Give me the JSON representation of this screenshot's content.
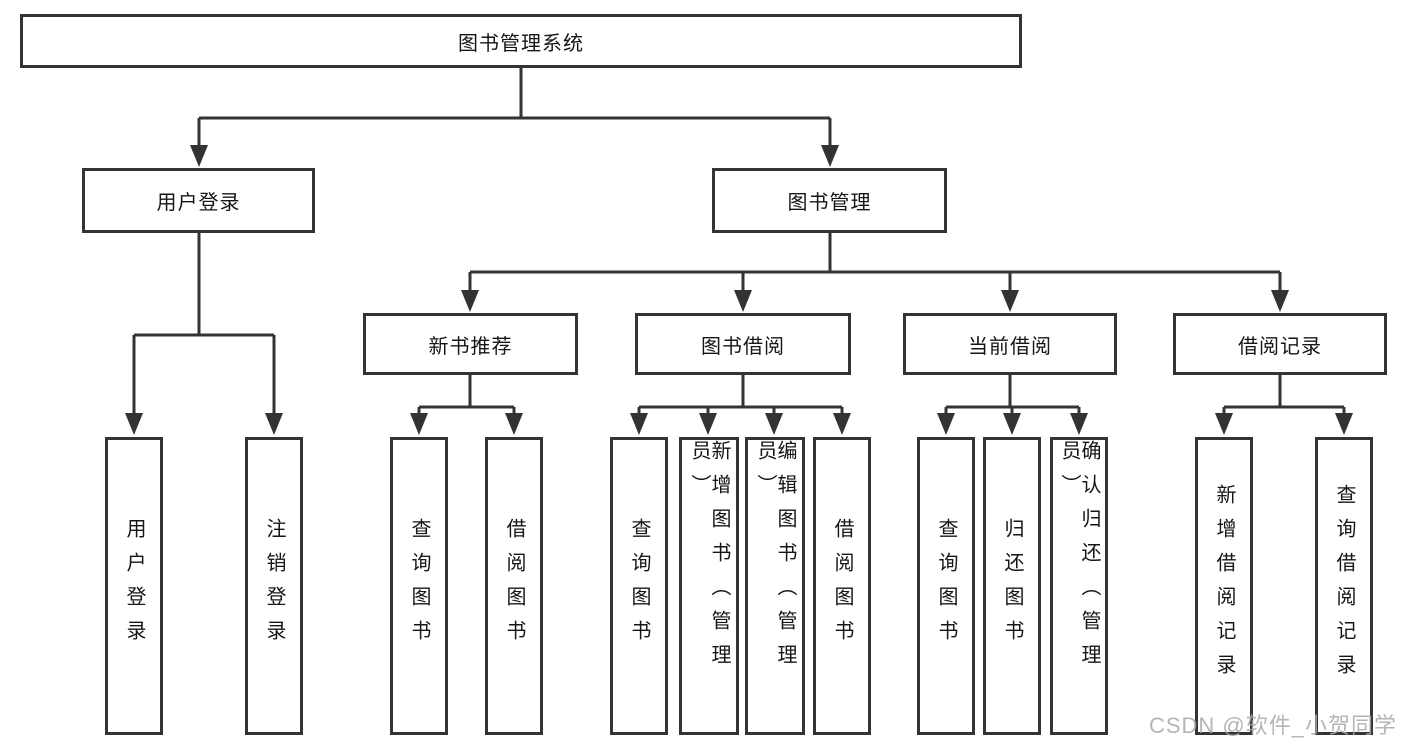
{
  "tree": {
    "root": {
      "label": "图书管理系统"
    },
    "branches": [
      {
        "label": "用户登录",
        "children": [
          {
            "label": "用户登录"
          },
          {
            "label": "注销登录"
          }
        ]
      },
      {
        "label": "图书管理",
        "children": [
          {
            "label": "新书推荐",
            "children": [
              {
                "label": "查询图书"
              },
              {
                "label": "借阅图书"
              }
            ]
          },
          {
            "label": "图书借阅",
            "children": [
              {
                "label": "查询图书"
              },
              {
                "label": "新增图书（管理员）"
              },
              {
                "label": "编辑图书（管理员）"
              },
              {
                "label": "借阅图书"
              }
            ]
          },
          {
            "label": "当前借阅",
            "children": [
              {
                "label": "查询图书"
              },
              {
                "label": "归还图书"
              },
              {
                "label": "确认归还（管理员）"
              }
            ]
          },
          {
            "label": "借阅记录",
            "children": [
              {
                "label": "新增借阅记录"
              },
              {
                "label": "查询借阅记录"
              }
            ]
          }
        ]
      }
    ]
  },
  "watermark": {
    "text": "CSDN @软件_小贺同学"
  },
  "colors": {
    "line": "#333333",
    "box_border": "#343434",
    "text": "#161616",
    "watermark": "#a9a9a9",
    "background": "#ffffff"
  }
}
